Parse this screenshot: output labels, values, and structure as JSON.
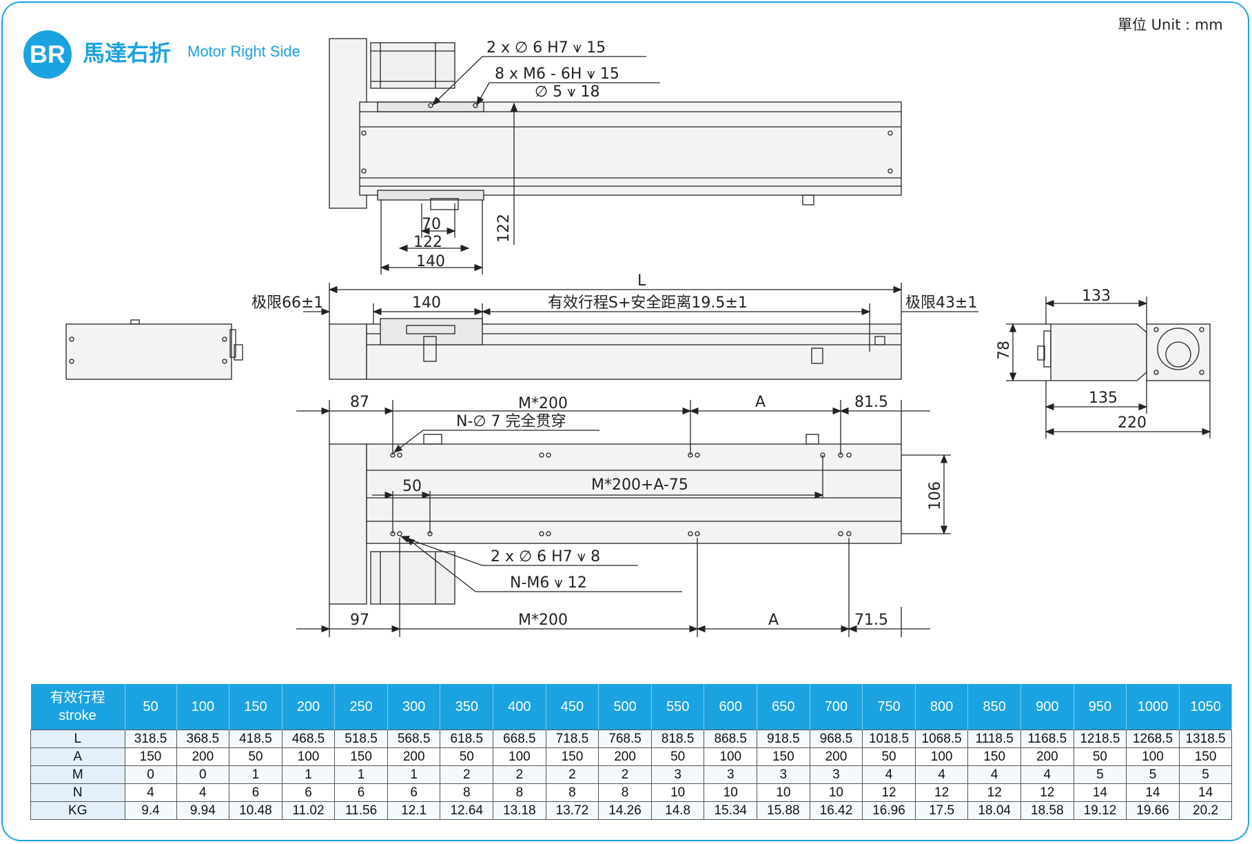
{
  "header": {
    "badge": "BR",
    "title_cn": "馬達右折",
    "title_en": "Motor Right Side",
    "unit": "單位 Unit : mm"
  },
  "colors": {
    "accent": "#1ba2e1",
    "line": "#222222",
    "body_fill": "#f3f3f3"
  },
  "dims": {
    "top": {
      "pin_note": "2 x  ∅  6 H7  ⩛  15",
      "tap_note": "8 x   M6 - 6H  ⩛  15",
      "cbore_note": "∅  5  ⩛  18",
      "d70": "70",
      "d122h": "122",
      "d140": "140",
      "d122v": "122"
    },
    "side": {
      "L": "L",
      "limit_left": "极限66±1",
      "d140": "140",
      "stroke": "有效行程S+安全距离19.5±1",
      "limit_right": "极限43±1"
    },
    "bottom": {
      "d87": "87",
      "m200_top": "M*200",
      "a_top": "A",
      "d81_5": "81.5",
      "thru_note": "N-∅  7  完全贯穿",
      "d50": "50",
      "m200_a_75": "M*200+A-75",
      "d106": "106",
      "pin_note": "2 x  ∅  6 H7  ⩛  8",
      "tap_note": "N-M6  ⩛  12",
      "d97": "97",
      "m200_bot": "M*200",
      "a_bot": "A",
      "d71_5": "71.5"
    },
    "end": {
      "d133": "133",
      "d78": "78",
      "d135": "135",
      "d220": "220"
    }
  },
  "table": {
    "header_label_cn": "有效行程",
    "header_label_en": "stroke",
    "strokes": [
      "50",
      "100",
      "150",
      "200",
      "250",
      "300",
      "350",
      "400",
      "450",
      "500",
      "550",
      "600",
      "650",
      "700",
      "750",
      "800",
      "850",
      "900",
      "950",
      "1000",
      "1050"
    ],
    "rows": [
      {
        "label": "L",
        "values": [
          "318.5",
          "368.5",
          "418.5",
          "468.5",
          "518.5",
          "568.5",
          "618.5",
          "668.5",
          "718.5",
          "768.5",
          "818.5",
          "868.5",
          "918.5",
          "968.5",
          "1018.5",
          "1068.5",
          "1118.5",
          "1168.5",
          "1218.5",
          "1268.5",
          "1318.5"
        ]
      },
      {
        "label": "A",
        "values": [
          "150",
          "200",
          "50",
          "100",
          "150",
          "200",
          "50",
          "100",
          "150",
          "200",
          "50",
          "100",
          "150",
          "200",
          "50",
          "100",
          "150",
          "200",
          "50",
          "100",
          "150"
        ]
      },
      {
        "label": "M",
        "values": [
          "0",
          "0",
          "1",
          "1",
          "1",
          "1",
          "2",
          "2",
          "2",
          "2",
          "3",
          "3",
          "3",
          "3",
          "4",
          "4",
          "4",
          "4",
          "5",
          "5",
          "5"
        ]
      },
      {
        "label": "N",
        "values": [
          "4",
          "4",
          "6",
          "6",
          "6",
          "6",
          "8",
          "8",
          "8",
          "8",
          "10",
          "10",
          "10",
          "10",
          "12",
          "12",
          "12",
          "12",
          "14",
          "14",
          "14"
        ]
      },
      {
        "label": "KG",
        "values": [
          "9.4",
          "9.94",
          "10.48",
          "11.02",
          "11.56",
          "12.1",
          "12.64",
          "13.18",
          "13.72",
          "14.26",
          "14.8",
          "15.34",
          "15.88",
          "16.42",
          "16.96",
          "17.5",
          "18.04",
          "18.58",
          "19.12",
          "19.66",
          "20.2"
        ]
      }
    ]
  }
}
